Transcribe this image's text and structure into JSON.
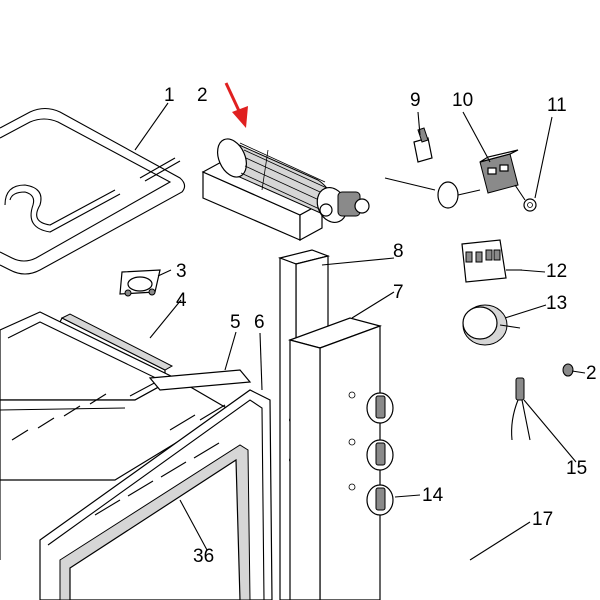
{
  "diagram": {
    "arrow_color": "#e02020",
    "callouts": [
      {
        "id": "c1",
        "label": "1"
      },
      {
        "id": "c2",
        "label": "2"
      },
      {
        "id": "c3",
        "label": "3"
      },
      {
        "id": "c4",
        "label": "4"
      },
      {
        "id": "c5",
        "label": "5"
      },
      {
        "id": "c6",
        "label": "6"
      },
      {
        "id": "c7",
        "label": "7"
      },
      {
        "id": "c8",
        "label": "8"
      },
      {
        "id": "c9",
        "label": "9"
      },
      {
        "id": "c10",
        "label": "10"
      },
      {
        "id": "c11",
        "label": "11"
      },
      {
        "id": "c12",
        "label": "12"
      },
      {
        "id": "c13",
        "label": "13"
      },
      {
        "id": "c2b",
        "label": "2"
      },
      {
        "id": "c14",
        "label": "14"
      },
      {
        "id": "c15",
        "label": "15"
      },
      {
        "id": "c17",
        "label": "17"
      },
      {
        "id": "c36",
        "label": "36"
      }
    ]
  }
}
